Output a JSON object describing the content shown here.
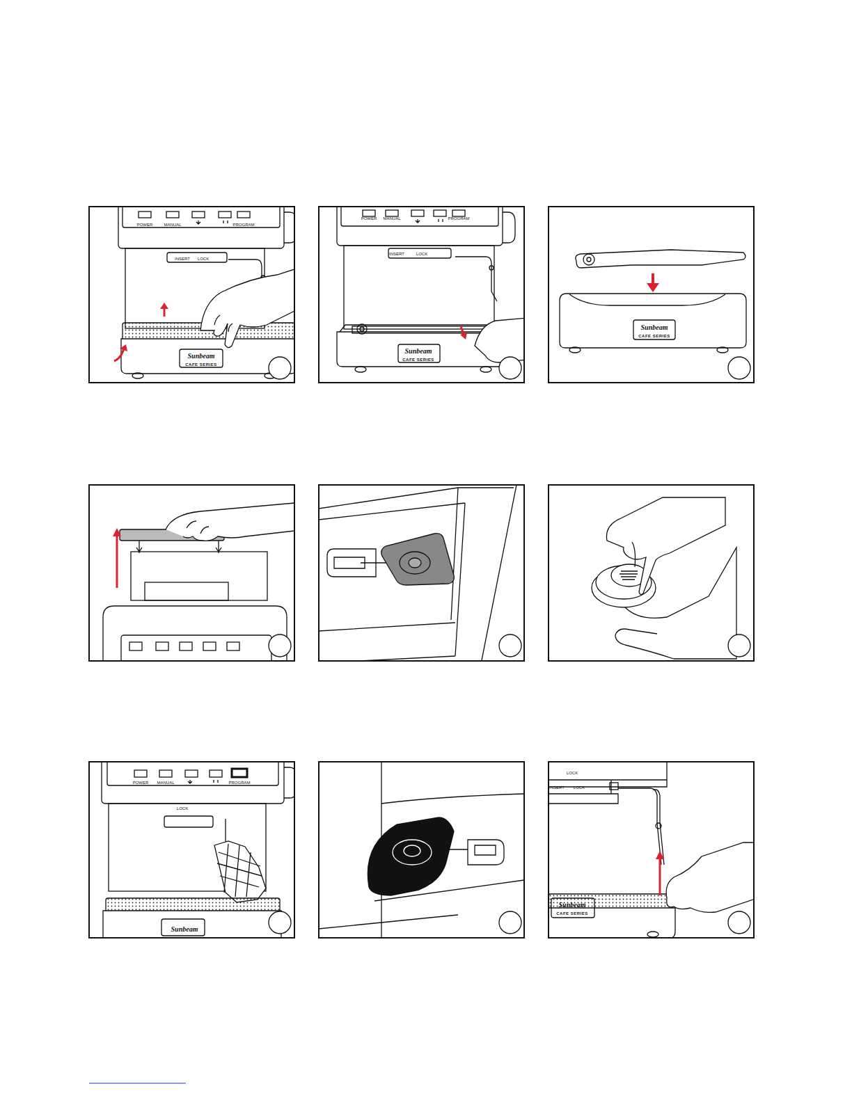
{
  "diagram": {
    "labels": [
      "POWER",
      "MANUAL",
      "PROGRAM",
      "INSERT",
      "LOCK",
      "Sunbeam",
      "CAFE SERIES",
      "POWER",
      "MANUAL",
      "PROGRAM",
      "INSERT",
      "LOCK",
      "Sunbeam",
      "CAFE SERIES",
      "Sunbeam",
      "CAFE SERIES",
      "POWER",
      "MANUAL",
      "PROGRAM",
      "LOCK",
      "Sunbeam",
      "LOCK",
      "INSERT",
      "LOCK",
      "Sunbeam",
      "CAFE SERIES"
    ]
  }
}
